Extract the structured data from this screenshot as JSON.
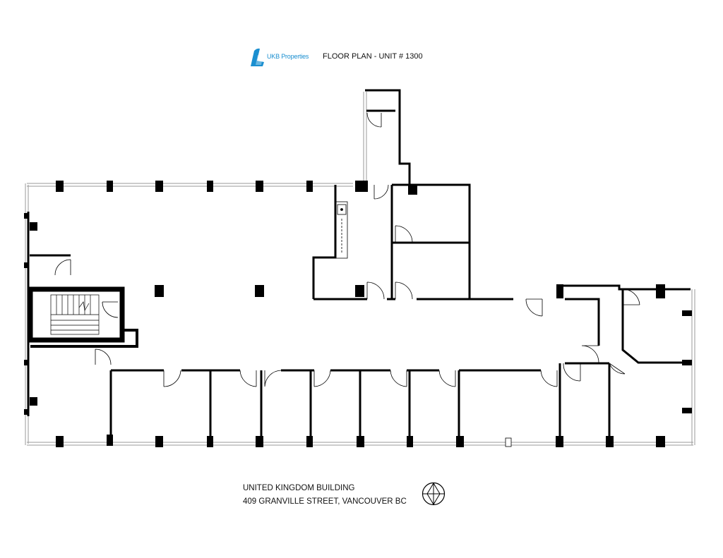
{
  "header": {
    "brand": "UKB Properties",
    "title": "FLOOR PLAN - UNIT # 1300",
    "logo_icon": "ukb-sail-logo-icon",
    "brand_color": "#1b8fd0"
  },
  "footer": {
    "building_name": "UNITED KINGDOM BUILDING",
    "address": "409 GRANVILLE STREET, VANCOUVER BC",
    "compass_icon": "north-compass-icon"
  },
  "colors": {
    "wall": "#000000",
    "window": "#9a9a9a",
    "background": "#ffffff"
  }
}
